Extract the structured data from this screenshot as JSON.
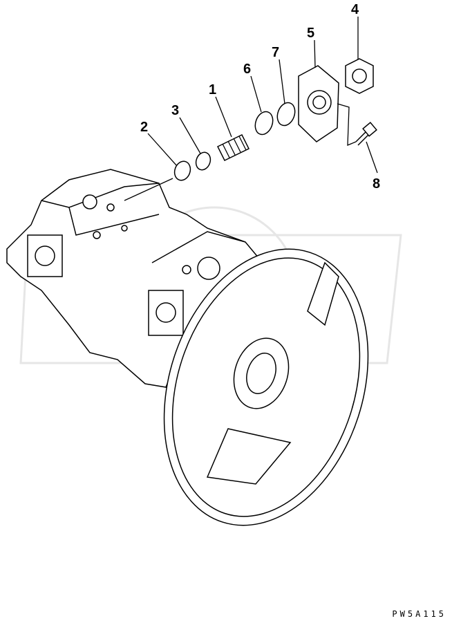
{
  "diagram": {
    "callouts": [
      {
        "label": "1",
        "part": "spring"
      },
      {
        "label": "2",
        "part": "o-ring"
      },
      {
        "label": "3",
        "part": "o-ring"
      },
      {
        "label": "4",
        "part": "nut"
      },
      {
        "label": "5",
        "part": "flange"
      },
      {
        "label": "6",
        "part": "o-ring"
      },
      {
        "label": "7",
        "part": "o-ring"
      },
      {
        "label": "8",
        "part": "bolt"
      }
    ],
    "drawing_code": "PW5A115"
  }
}
